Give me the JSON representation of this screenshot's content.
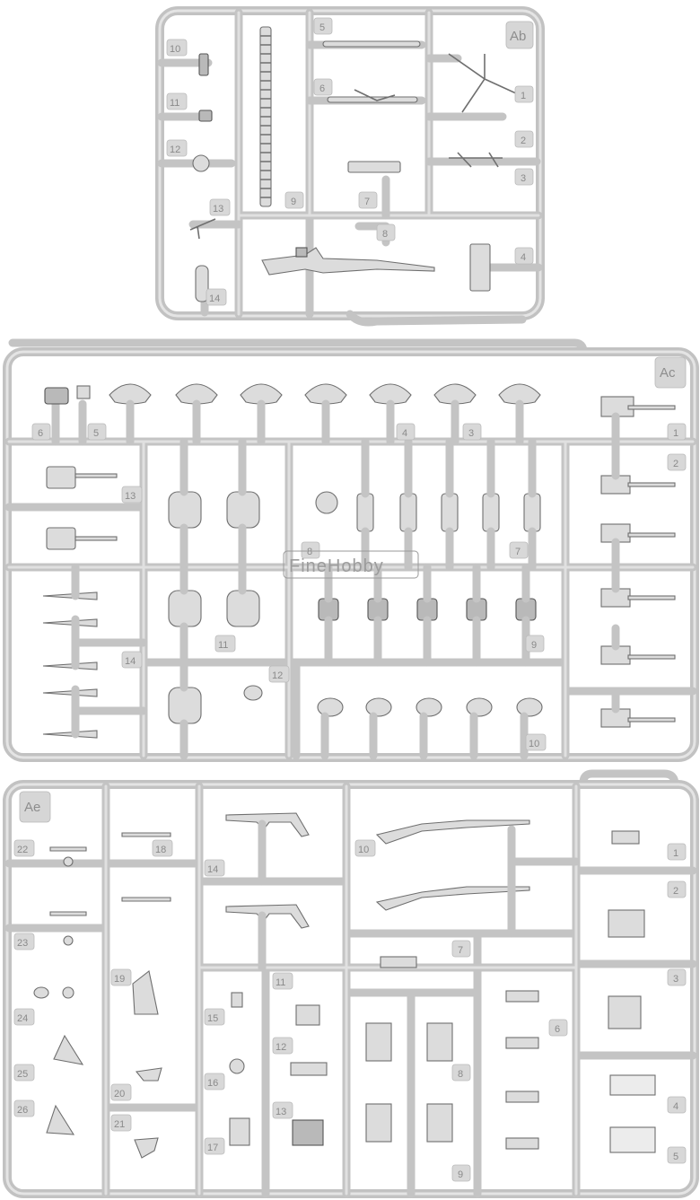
{
  "watermark": "FineHobby",
  "sprues": [
    {
      "id": "Ab",
      "plate": "Ab",
      "part_numbers": [
        "1",
        "2",
        "3",
        "4",
        "5",
        "6",
        "7",
        "8",
        "9",
        "10",
        "11",
        "12",
        "13",
        "14"
      ]
    },
    {
      "id": "Ac",
      "plate": "Ac",
      "part_numbers": [
        "1",
        "2",
        "3",
        "4",
        "5",
        "6",
        "7",
        "8",
        "9",
        "10",
        "11",
        "12",
        "13",
        "14"
      ]
    },
    {
      "id": "Ae",
      "plate": "Ae",
      "part_numbers": [
        "1",
        "2",
        "3",
        "4",
        "5",
        "6",
        "7",
        "8",
        "9",
        "10",
        "11",
        "12",
        "13",
        "14",
        "15",
        "16",
        "17",
        "18",
        "19",
        "20",
        "21",
        "22",
        "23",
        "24",
        "25",
        "26"
      ]
    }
  ]
}
